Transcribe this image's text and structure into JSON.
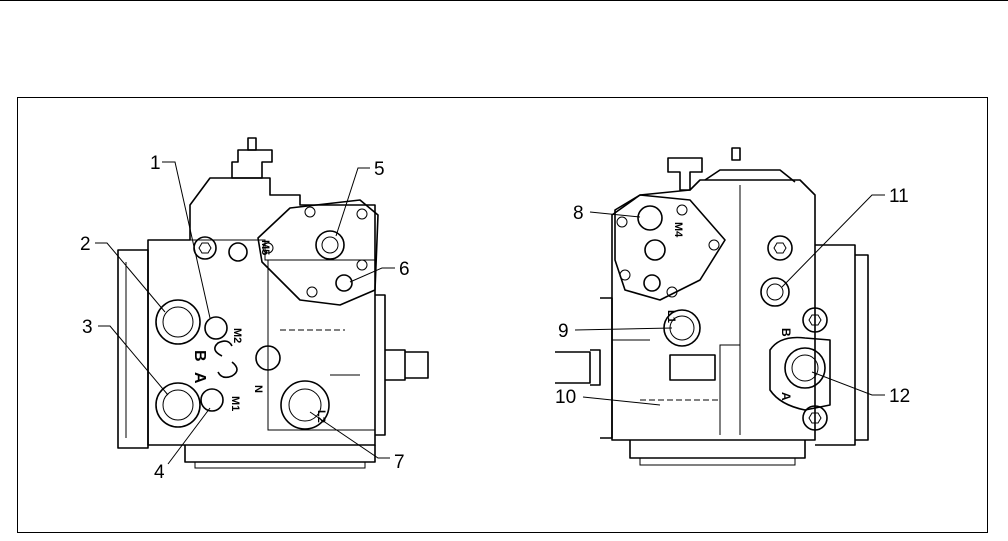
{
  "callouts": {
    "c1": "1",
    "c2": "2",
    "c3": "3",
    "c4": "4",
    "c5": "5",
    "c6": "6",
    "c7": "7",
    "c8": "8",
    "c9": "9",
    "c10": "10",
    "c11": "11",
    "c12": "12"
  },
  "markings": {
    "m5": "M5",
    "m2": "M2",
    "m1": "M1",
    "m4": "M4",
    "l1": "L1",
    "l2": "L2",
    "b_left": "B",
    "a_left": "A",
    "b_right": "B",
    "a_right": "A",
    "n": "N"
  }
}
